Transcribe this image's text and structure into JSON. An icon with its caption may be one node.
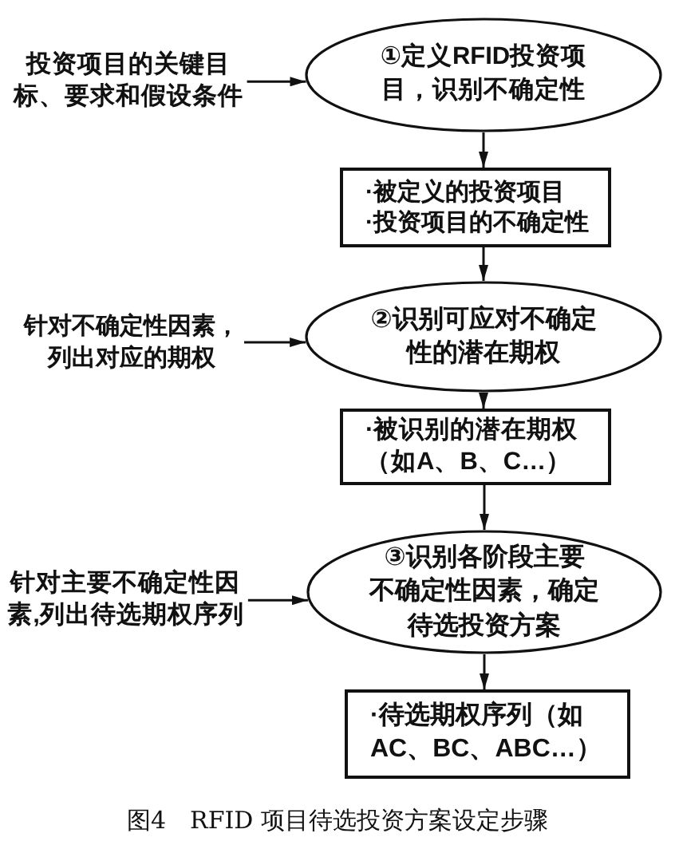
{
  "diagram": {
    "caption": "图4　RFID 项目待选投资方案设定步骤",
    "nodes": [
      {
        "text": [
          "投资项目的关键目标、要求和假设条件"
        ]
      },
      {
        "text": [
          "①定义RFID投资项目，识别不确定性"
        ]
      },
      {
        "text": [
          "·被定义的投资项目",
          "·投资项目的不确定性"
        ]
      },
      {
        "text": [
          "针对不确定性因素，列出对应的期权"
        ]
      },
      {
        "text": [
          "②识别可应对不确定性的潜在期权"
        ]
      },
      {
        "text": [
          "·被识别的潜在期权（如A、B、C…）"
        ]
      },
      {
        "text": [
          "针对主要不确定性因素,列出待选期权序列"
        ]
      },
      {
        "text": [
          "③识别各阶段主要不确定性因素，确定待选投资方案"
        ]
      },
      {
        "text": [
          "·待选期权序列（如AC、BC、ABC…）"
        ]
      }
    ],
    "edges": [
      {
        "from": 0,
        "to": 1,
        "arrow": "to"
      },
      {
        "from": 1,
        "to": 2,
        "arrow": "to"
      },
      {
        "from": 2,
        "to": 4,
        "arrow": "to"
      },
      {
        "from": 3,
        "to": 4,
        "arrow": "to"
      },
      {
        "from": 4,
        "to": 5,
        "arrow": "to"
      },
      {
        "from": 5,
        "to": 7,
        "arrow": "to"
      },
      {
        "from": 6,
        "to": 7,
        "arrow": "to"
      },
      {
        "from": 7,
        "to": 8,
        "arrow": "to"
      }
    ]
  }
}
